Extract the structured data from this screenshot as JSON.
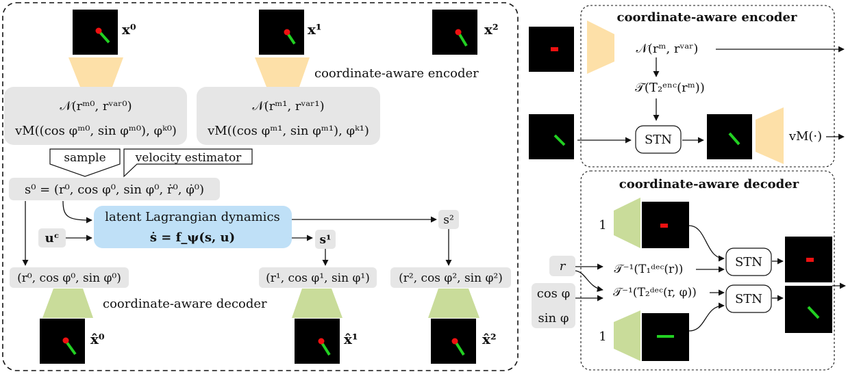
{
  "left_panel": {
    "input_frames": [
      "x⁰",
      "x¹",
      "x²"
    ],
    "encoder_label": "coordinate-aware encoder",
    "dist_0": {
      "normal": "𝒩(rᵐ⁰, rᵛᵃʳ⁰)",
      "vm": "vM((cos φᵐ⁰, sin φᵐ⁰), φᵏ⁰)"
    },
    "dist_1": {
      "normal": "𝒩(rᵐ¹, rᵛᵃʳ¹)",
      "vm": "vM((cos φᵐ¹, sin φᵐ¹), φᵏ¹)"
    },
    "sample_label": "sample",
    "velocity_label": "velocity estimator",
    "state0": "s⁰ = (r⁰, cos φ⁰, sin φ⁰, ṙ⁰, φ̇⁰)",
    "control": "uᶜ",
    "dynamics_title": "latent Lagrangian dynamics",
    "dynamics_eq": "ṡ = f_ψ(s, u)",
    "state1": "s¹",
    "state2": "s²",
    "coords_0": "(r⁰, cos φ⁰, sin φ⁰)",
    "coords_1": "(r¹, cos φ¹, sin φ¹)",
    "coords_2": "(r², cos φ², sin φ²)",
    "decoder_label": "coordinate-aware decoder",
    "output_frames": [
      "x̂⁰",
      "x̂¹",
      "x̂²"
    ]
  },
  "encoder_panel": {
    "title": "coordinate-aware encoder",
    "normal": "𝒩(rᵐ, rᵛᵃʳ)",
    "transform": "𝒯(T₂ᵉⁿᶜ(rᵐ))",
    "stn": "STN",
    "vm_out": "vM(·)"
  },
  "decoder_panel": {
    "title": "coordinate-aware decoder",
    "const_one_a": "1",
    "const_one_b": "1",
    "r_input": "r",
    "cos_input": "cos φ",
    "sin_input": "sin φ",
    "transform1": "𝒯⁻¹(T₁ᵈᵉᶜ(r))",
    "transform2": "𝒯⁻¹(T₂ᵈᵉᶜ(r, φ))",
    "stn_a": "STN",
    "stn_b": "STN"
  },
  "colors": {
    "encoder_trap": "#fde0a8",
    "decoder_trap": "#c9dc9a",
    "dynamics_box": "#bfe0f7",
    "gray_box": "#e6e6e6",
    "pendulum_rod": "#22d022",
    "pendulum_mass": "#ee1111"
  }
}
